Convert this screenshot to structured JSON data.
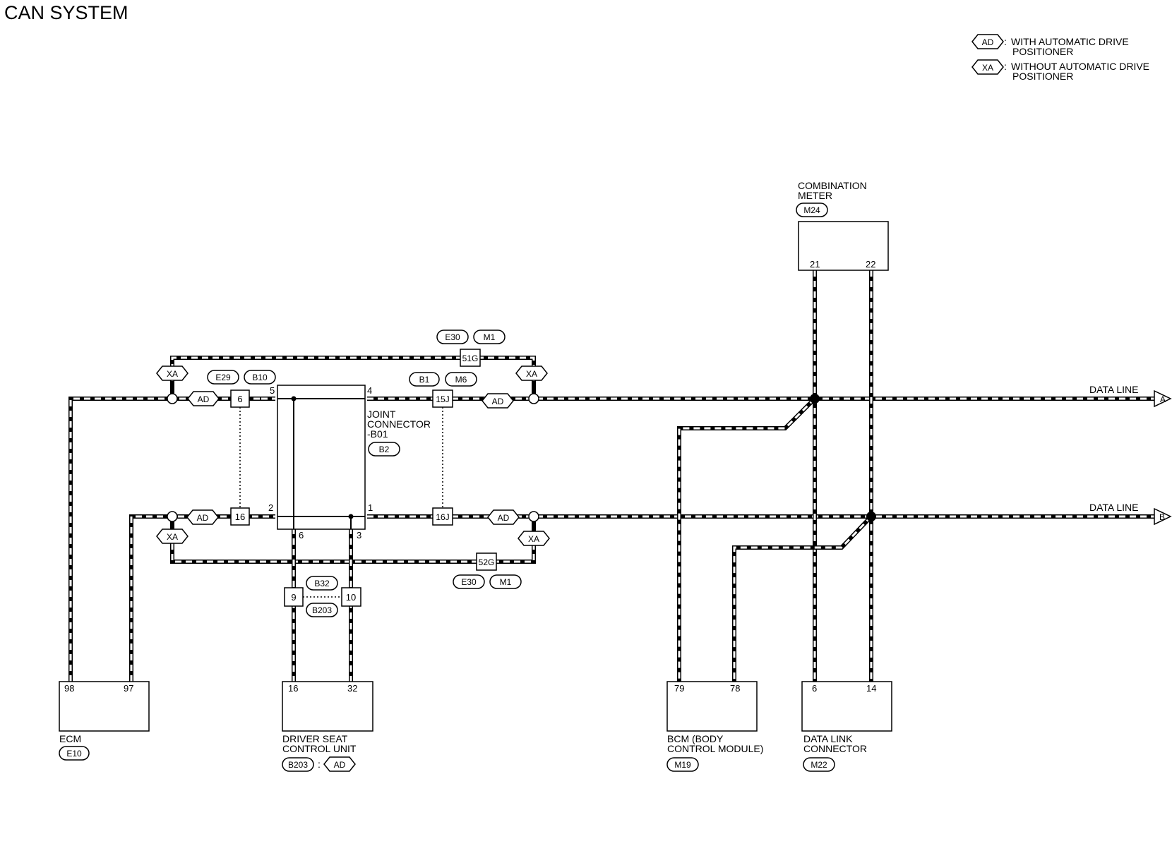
{
  "title": "CAN SYSTEM",
  "legend": [
    {
      "tag": "AD",
      "line1": "WITH AUTOMATIC DRIVE",
      "line2": "POSITIONER"
    },
    {
      "tag": "XA",
      "line1": "WITHOUT AUTOMATIC DRIVE",
      "line2": "POSITIONER"
    }
  ],
  "components": {
    "combination_meter": {
      "line1": "COMBINATION",
      "line2": "METER",
      "connector": "M24",
      "pin_a": "21",
      "pin_b": "22"
    },
    "ecm": {
      "name": "ECM",
      "connector": "E10",
      "pin_a": "98",
      "pin_b": "97"
    },
    "driver_seat": {
      "line1": "DRIVER SEAT",
      "line2": "CONTROL UNIT",
      "connector": "B203",
      "sep": ":",
      "cond": "AD",
      "pin_a": "16",
      "pin_b": "32"
    },
    "bcm": {
      "line1": "BCM (BODY",
      "line2": "CONTROL MODULE)",
      "connector": "M19",
      "pin_a": "79",
      "pin_b": "78"
    },
    "dlc": {
      "line1": "DATA LINK",
      "line2": "CONNECTOR",
      "connector": "M22",
      "pin_a": "6",
      "pin_b": "14"
    },
    "joint": {
      "line1": "JOINT",
      "line2": "CONNECTOR",
      "line3": "-B01",
      "connector": "B2",
      "pin5": "5",
      "pin4": "4",
      "pin2": "2",
      "pin1": "1",
      "pin6": "6",
      "pin3": "3"
    }
  },
  "connectors": {
    "top_left_tags": [
      "E29",
      "B10"
    ],
    "top_mid_tags": [
      "B1",
      "M6"
    ],
    "top_bypass_tags": [
      "E30",
      "M1"
    ],
    "bottom_bypass_tags": [
      "E30",
      "M1"
    ],
    "seat_tags": [
      "B32",
      "B203"
    ],
    "pins": {
      "p6": "6",
      "p16": "16",
      "p15J": "15J",
      "p16J": "16J",
      "p51G": "51G",
      "p52G": "52G",
      "p9": "9",
      "p10": "10"
    }
  },
  "condition_tags": {
    "ad": "AD",
    "xa": "XA"
  },
  "data_lines": [
    {
      "label": "DATA LINE",
      "arrow": "A"
    },
    {
      "label": "DATA LINE",
      "arrow": "B"
    }
  ]
}
